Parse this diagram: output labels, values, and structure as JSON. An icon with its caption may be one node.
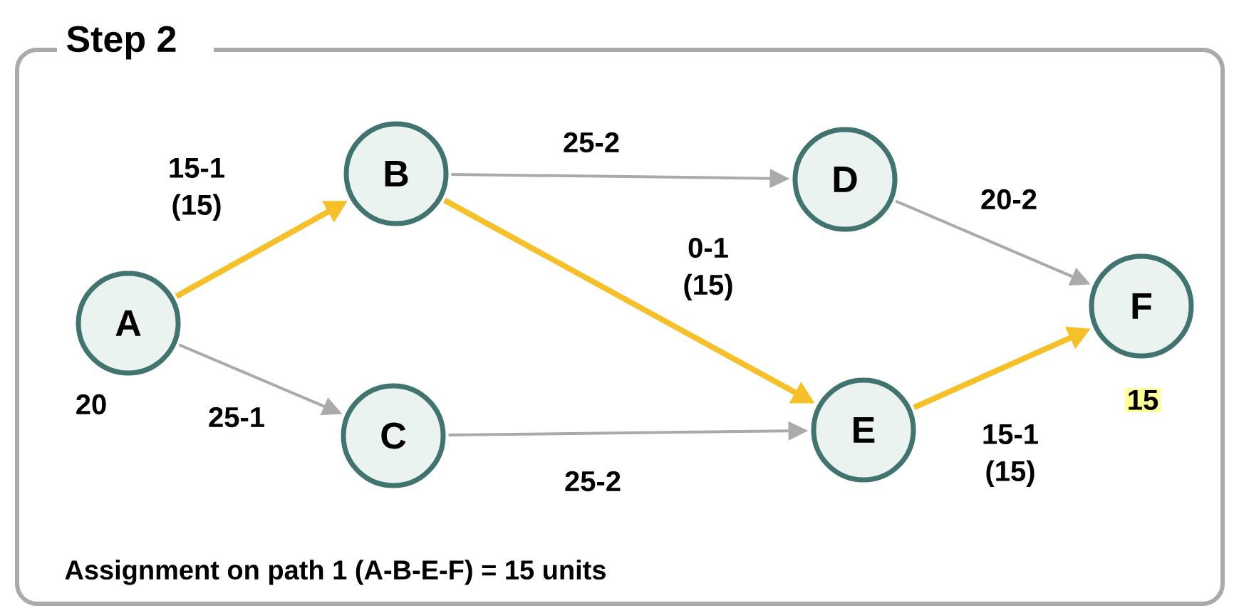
{
  "diagram": {
    "title": "Step 2",
    "caption": "Assignment on path 1 (A-B-E-F) = 15 units",
    "nodes": [
      {
        "text": [
          "A"
        ],
        "beside": [
          "20"
        ]
      },
      {
        "text": [
          "B"
        ]
      },
      {
        "text": [
          "C"
        ]
      },
      {
        "text": [
          "D"
        ]
      },
      {
        "text": [
          "E"
        ]
      },
      {
        "text": [
          "F"
        ],
        "beside": [
          "15"
        ]
      }
    ],
    "edges": [
      {
        "from": 0,
        "to": 1,
        "arrow": "to",
        "label": "15-1 (15)",
        "style": "thick",
        "color": "#f5c02a"
      },
      {
        "from": 1,
        "to": 3,
        "arrow": "to",
        "label": "25-2"
      },
      {
        "from": 1,
        "to": 4,
        "arrow": "to",
        "label": "0-1 (15)",
        "style": "thick",
        "color": "#f5c02a"
      },
      {
        "from": 3,
        "to": 5,
        "arrow": "to",
        "label": "20-2"
      },
      {
        "from": 0,
        "to": 2,
        "arrow": "to",
        "label": "25-1"
      },
      {
        "from": 2,
        "to": 4,
        "arrow": "to",
        "label": "25-2"
      },
      {
        "from": 4,
        "to": 5,
        "arrow": "to",
        "label": "15-1 (15)",
        "style": "thick",
        "color": "#f5c02a"
      }
    ]
  }
}
